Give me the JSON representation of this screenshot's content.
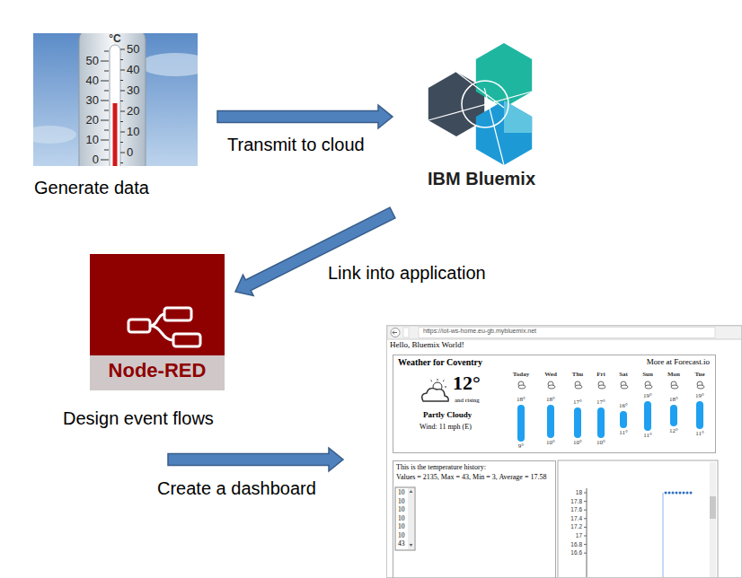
{
  "diagram": {
    "nodes": [
      {
        "text": [
          "Generate data"
        ]
      },
      {
        "text": [
          "IBM Bluemix"
        ]
      },
      {
        "text": [
          "Node-RED",
          "Design event flows"
        ]
      },
      {
        "text": [
          "https://iot-ws-home.eu-gb.mybluemix.net",
          "Hello, Bluemix World!"
        ]
      },
      {
        "text": [
          "Weather for Coventry",
          "More at Forecast.io",
          "12°",
          "and rising",
          "Partly Cloudy",
          "Wind: 11 mph (E)"
        ],
        "in": 3
      },
      {
        "text": [
          "This is the temperature history:",
          "Values = 2135, Max = 43, Min = 3, Average = 17.58"
        ],
        "in": 3
      }
    ],
    "edges": [
      {
        "from": 0,
        "to": 1,
        "label": "Transmit to cloud",
        "arrow": "to"
      },
      {
        "from": 1,
        "to": 2,
        "label": "Link into application",
        "arrow": "to"
      },
      {
        "from": 2,
        "to": 3,
        "label": "Create a dashboard",
        "arrow": "to"
      }
    ],
    "labels": [
      "°C",
      "50",
      "40",
      "30",
      "20",
      "10",
      "0",
      "50",
      "40",
      "30",
      "20",
      "10",
      "0",
      "Today",
      "Wed",
      "Thu",
      "Fri",
      "Sat",
      "Sun",
      "Mon",
      "Tue",
      "18°",
      "18°",
      "17°",
      "17°",
      "16°",
      "19°",
      "18°",
      "19°",
      "9°",
      "10°",
      "10°",
      "10°",
      "11°",
      "11°",
      "12°",
      "11°",
      "10",
      "10",
      "10",
      "10",
      "10",
      "10",
      "43",
      "18",
      "17.8",
      "17.6",
      "17.4",
      "17.2",
      "17",
      "16.8",
      "16.6"
    ]
  }
}
